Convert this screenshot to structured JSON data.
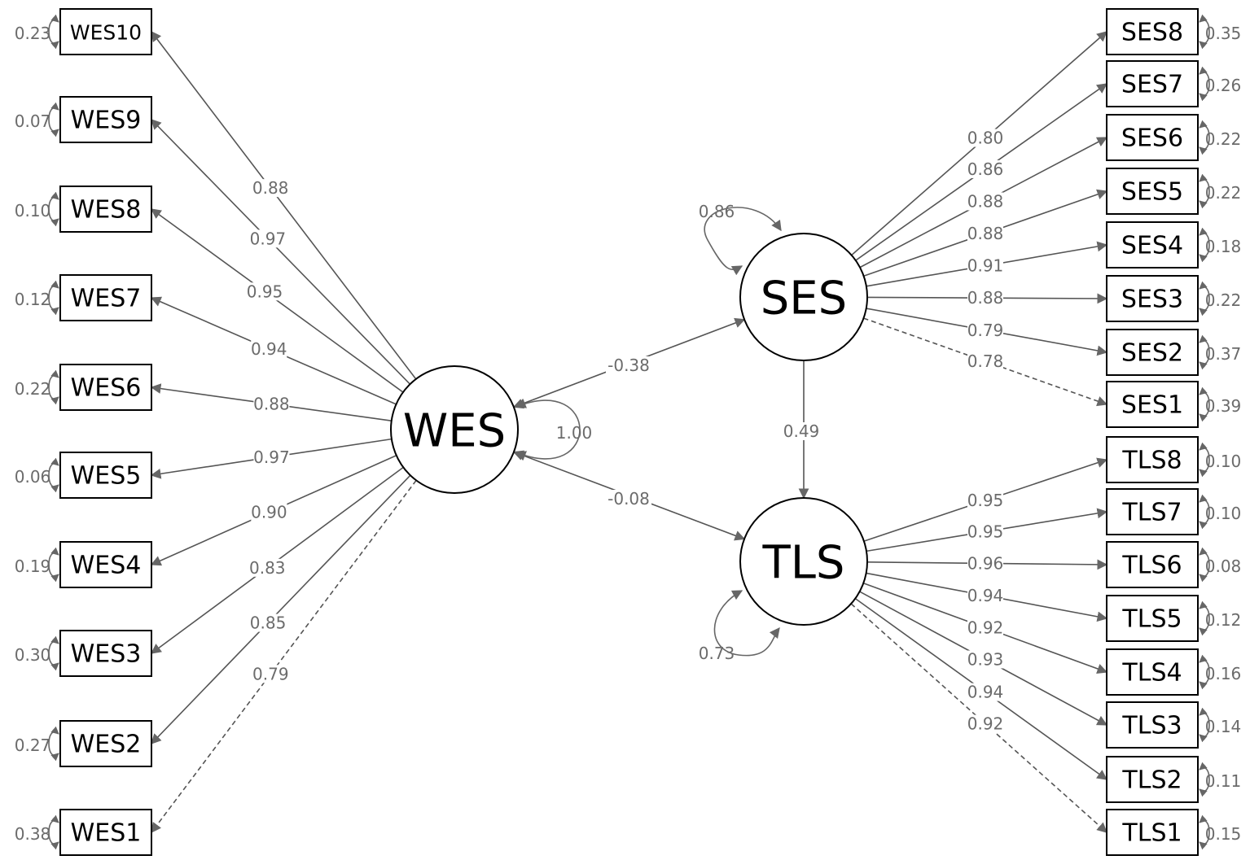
{
  "latents": [
    {
      "id": "WES",
      "label": "WES"
    },
    {
      "id": "SES",
      "label": "SES"
    },
    {
      "id": "TLS",
      "label": "TLS"
    }
  ],
  "wes_indicators": [
    {
      "label": "WES10",
      "loading": "0.88",
      "residual": "0.23"
    },
    {
      "label": "WES9",
      "loading": "0.97",
      "residual": "0.07"
    },
    {
      "label": "WES8",
      "loading": "0.95",
      "residual": "0.10"
    },
    {
      "label": "WES7",
      "loading": "0.94",
      "residual": "0.12"
    },
    {
      "label": "WES6",
      "loading": "0.88",
      "residual": "0.22"
    },
    {
      "label": "WES5",
      "loading": "0.97",
      "residual": "0.06"
    },
    {
      "label": "WES4",
      "loading": "0.90",
      "residual": "0.19"
    },
    {
      "label": "WES3",
      "loading": "0.83",
      "residual": "0.30"
    },
    {
      "label": "WES2",
      "loading": "0.85",
      "residual": "0.27"
    },
    {
      "label": "WES1",
      "loading": "0.79",
      "residual": "0.38"
    }
  ],
  "ses_indicators": [
    {
      "label": "SES8",
      "loading": "0.80",
      "residual": "0.35"
    },
    {
      "label": "SES7",
      "loading": "0.86",
      "residual": "0.26"
    },
    {
      "label": "SES6",
      "loading": "0.88",
      "residual": "0.22"
    },
    {
      "label": "SES5",
      "loading": "0.88",
      "residual": "0.22"
    },
    {
      "label": "SES4",
      "loading": "0.91",
      "residual": "0.18"
    },
    {
      "label": "SES3",
      "loading": "0.88",
      "residual": "0.22"
    },
    {
      "label": "SES2",
      "loading": "0.79",
      "residual": "0.37"
    },
    {
      "label": "SES1",
      "loading": "0.78",
      "residual": "0.39"
    }
  ],
  "tls_indicators": [
    {
      "label": "TLS8",
      "loading": "0.95",
      "residual": "0.10"
    },
    {
      "label": "TLS7",
      "loading": "0.95",
      "residual": "0.10"
    },
    {
      "label": "TLS6",
      "loading": "0.96",
      "residual": "0.08"
    },
    {
      "label": "TLS5",
      "loading": "0.94",
      "residual": "0.12"
    },
    {
      "label": "TLS4",
      "loading": "0.92",
      "residual": "0.16"
    },
    {
      "label": "TLS3",
      "loading": "0.93",
      "residual": "0.14"
    },
    {
      "label": "TLS2",
      "loading": "0.94",
      "residual": "0.11"
    },
    {
      "label": "TLS1",
      "loading": "0.92",
      "residual": "0.15"
    }
  ],
  "structural": {
    "wes_ses": "-0.38",
    "wes_tls": "-0.08",
    "ses_tls": "0.49",
    "wes_variance": "1.00",
    "ses_residual": "0.86",
    "tls_residual": "0.73"
  }
}
